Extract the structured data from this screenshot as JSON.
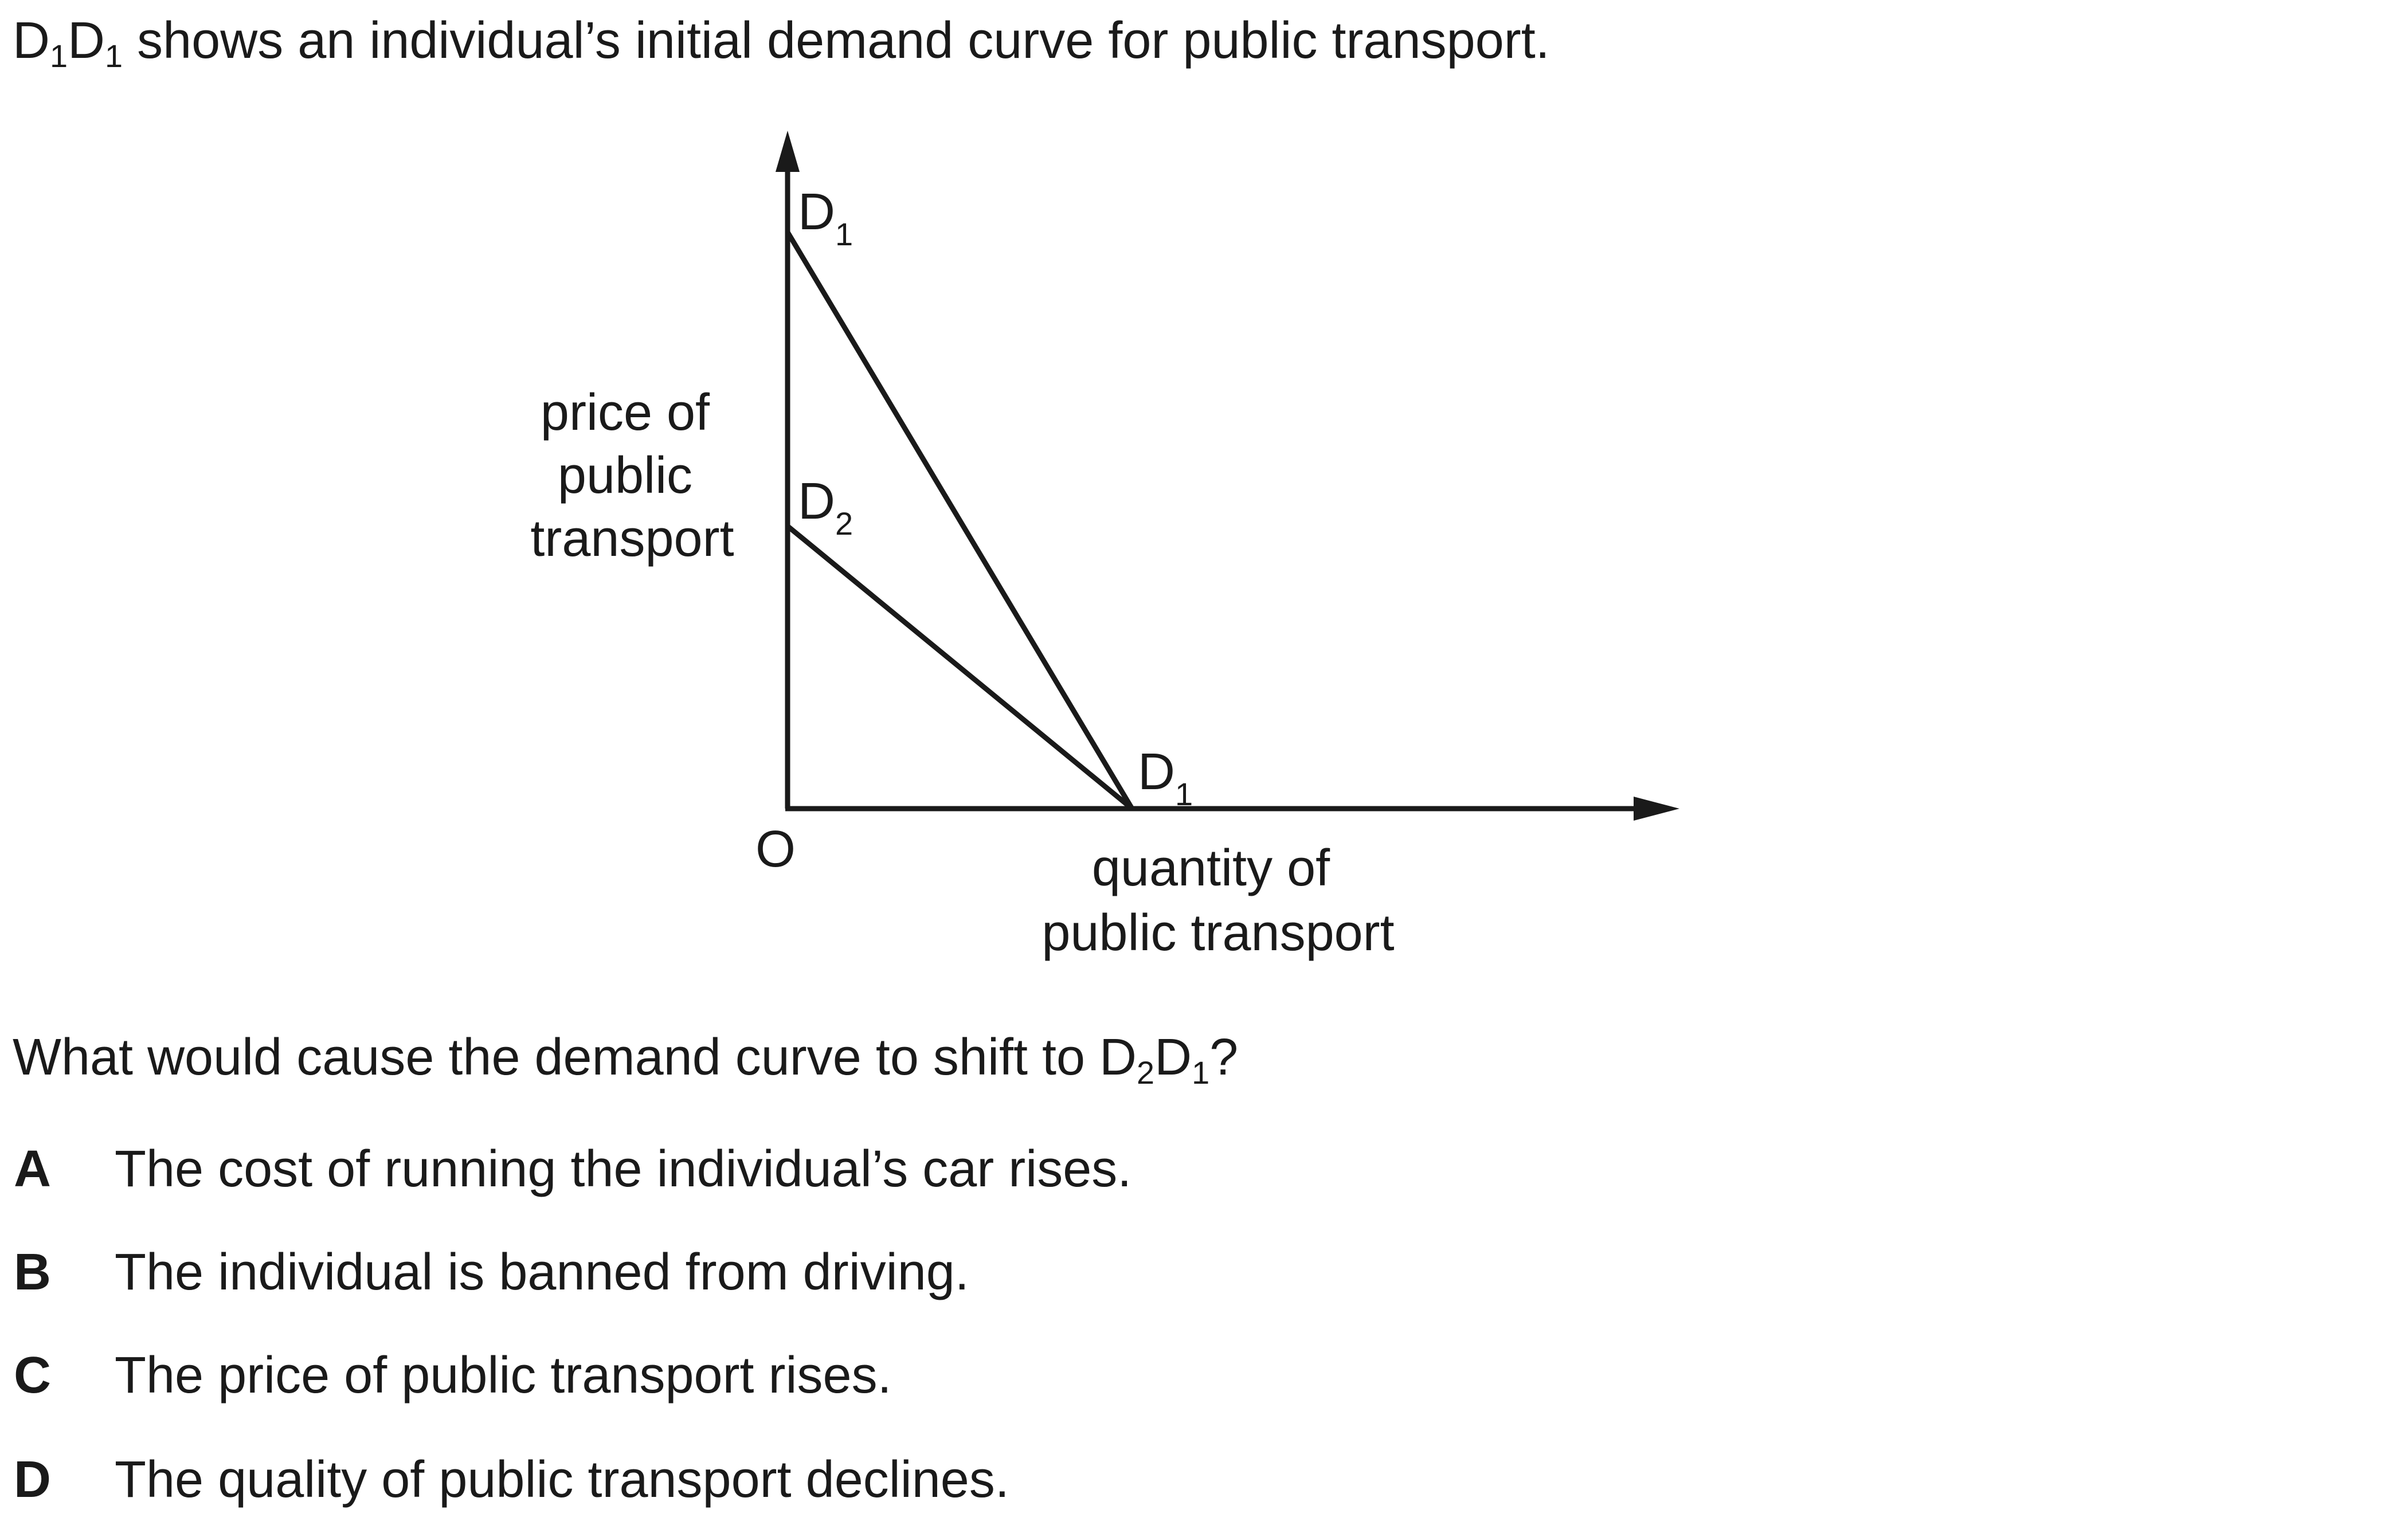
{
  "intro": {
    "prefix_1": "D",
    "sub_1": "1",
    "prefix_2": "D",
    "sub_2": "1",
    "rest": " shows an individual’s initial demand curve for public transport."
  },
  "diagram": {
    "y_axis_label": [
      "price of",
      "public",
      "transport"
    ],
    "x_axis_label": [
      "quantity of",
      "public transport"
    ],
    "origin_label": "O",
    "curves": [
      {
        "top_label": {
          "letter": "D",
          "sub": "1"
        },
        "bottom_label": {
          "letter": "D",
          "sub": "1"
        }
      },
      {
        "top_label": {
          "letter": "D",
          "sub": "2"
        }
      }
    ]
  },
  "question": {
    "text": "What would cause the demand curve to shift to D",
    "sub_a": "2",
    "mid": "D",
    "sub_b": "1",
    "end": "?"
  },
  "options": [
    {
      "letter": "A",
      "text": "The cost of running the individual’s car rises."
    },
    {
      "letter": "B",
      "text": "The individual is banned from driving."
    },
    {
      "letter": "C",
      "text": "The price of public transport rises."
    },
    {
      "letter": "D",
      "text": "The quality of public transport declines."
    }
  ]
}
